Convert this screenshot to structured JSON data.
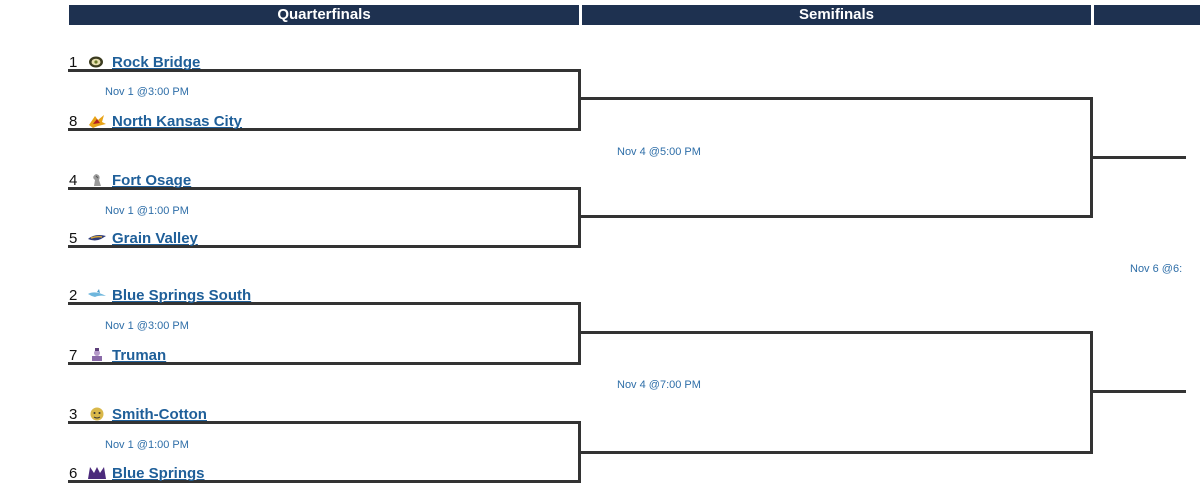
{
  "rounds": {
    "quarterfinals": "Quarterfinals",
    "semifinals": "Semifinals",
    "final": ""
  },
  "quarterfinals": [
    {
      "time": "Nov 1 @3:00 PM",
      "top": {
        "seed": "1",
        "name": "Rock Bridge",
        "logo": "rock-bridge-logo"
      },
      "bottom": {
        "seed": "8",
        "name": "North Kansas City",
        "logo": "north-kansas-city-logo"
      }
    },
    {
      "time": "Nov 1 @1:00 PM",
      "top": {
        "seed": "4",
        "name": "Fort Osage",
        "logo": "fort-osage-logo"
      },
      "bottom": {
        "seed": "5",
        "name": "Grain Valley",
        "logo": "grain-valley-logo"
      }
    },
    {
      "time": "Nov 1 @3:00 PM",
      "top": {
        "seed": "2",
        "name": "Blue Springs South",
        "logo": "blue-springs-south-logo"
      },
      "bottom": {
        "seed": "7",
        "name": "Truman",
        "logo": "truman-logo"
      }
    },
    {
      "time": "Nov 1 @1:00 PM",
      "top": {
        "seed": "3",
        "name": "Smith-Cotton",
        "logo": "smith-cotton-logo"
      },
      "bottom": {
        "seed": "6",
        "name": "Blue Springs",
        "logo": "blue-springs-logo"
      }
    }
  ],
  "semifinals": [
    {
      "time": "Nov 4 @5:00 PM"
    },
    {
      "time": "Nov 4 @7:00 PM"
    }
  ],
  "final": {
    "time": "Nov 6 @6:"
  },
  "colors": {
    "header_bg": "#1e3150",
    "link": "#1f5f99",
    "time_text": "#2e6ea8",
    "bracket_line": "#333333"
  }
}
